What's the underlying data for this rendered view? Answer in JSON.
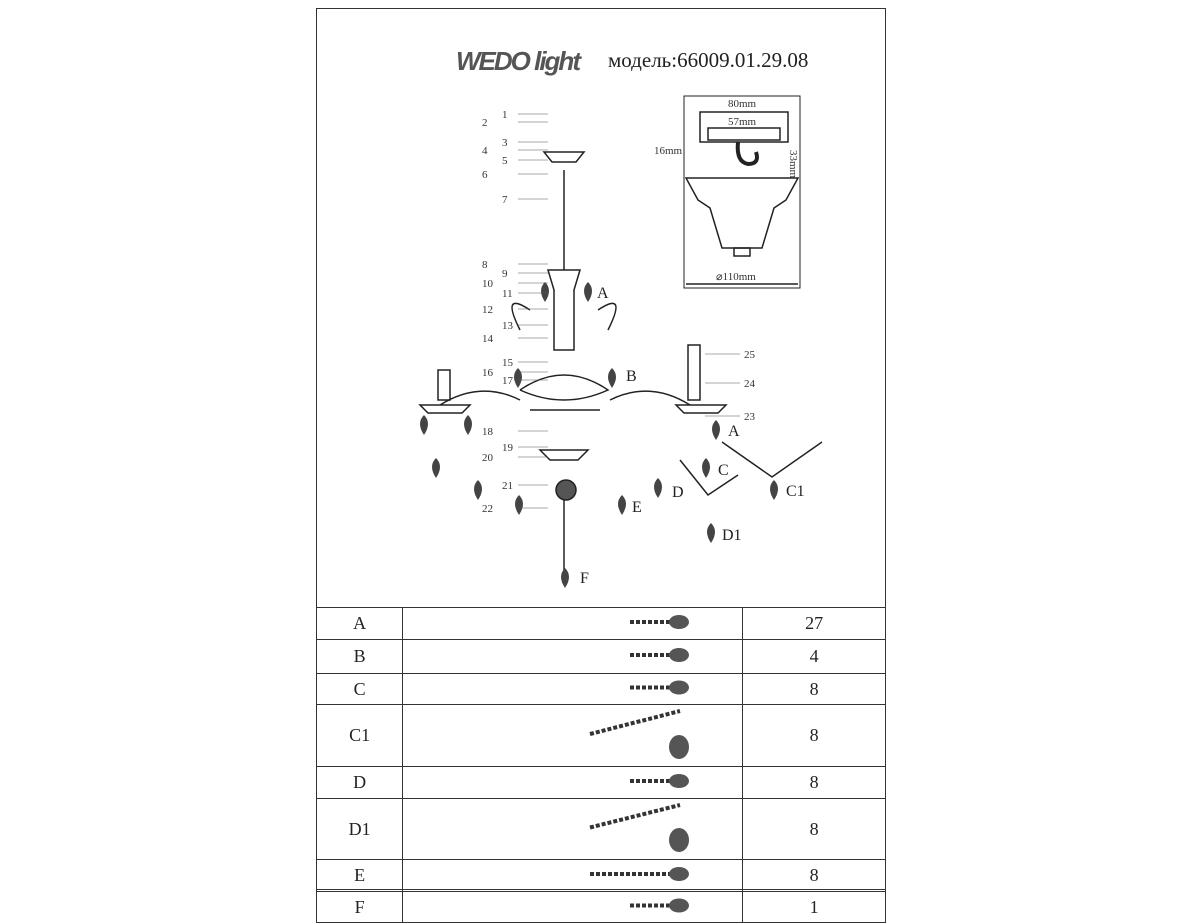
{
  "logo": "WEDO light",
  "model": "модель:66009.01.29.08",
  "dimensions": {
    "w80": "80mm",
    "w57": "57mm",
    "h16": "16mm",
    "h33": "33mm",
    "d110": "⌀110mm"
  },
  "part_numbers": [
    "1",
    "2",
    "3",
    "4",
    "5",
    "6",
    "7",
    "8",
    "9",
    "10",
    "11",
    "12",
    "13",
    "14",
    "15",
    "16",
    "17",
    "18",
    "19",
    "20",
    "21",
    "22",
    "23",
    "24",
    "25"
  ],
  "diagram_letters": {
    "A": "A",
    "A2": "A",
    "B": "B",
    "B2": "B",
    "C": "C",
    "C1": "C1",
    "D": "D",
    "D1": "D1",
    "E": "E",
    "F": "F"
  },
  "table": [
    {
      "code": "A",
      "qty": "27",
      "h": 28
    },
    {
      "code": "B",
      "qty": "4",
      "h": 30
    },
    {
      "code": "C",
      "qty": "8",
      "h": 27
    },
    {
      "code": "C1",
      "qty": "8",
      "h": 58
    },
    {
      "code": "D",
      "qty": "8",
      "h": 28
    },
    {
      "code": "D1",
      "qty": "8",
      "h": 57
    },
    {
      "code": "E",
      "qty": "8",
      "h": 28
    },
    {
      "code": "F",
      "qty": "1",
      "h": 27
    }
  ]
}
